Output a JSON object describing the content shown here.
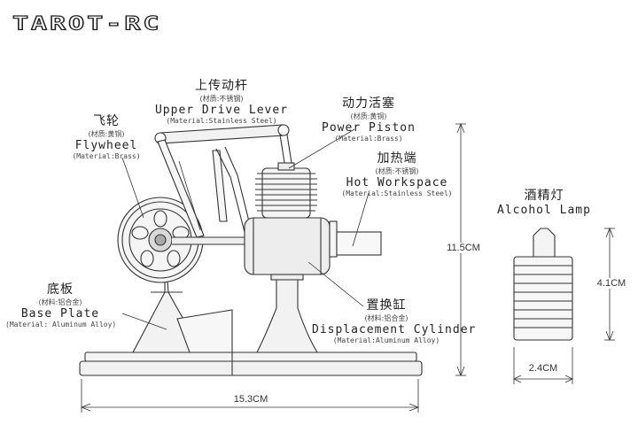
{
  "brand": "TAROT-RC",
  "labels": {
    "upper_lever": {
      "zh": "上传动杆",
      "mat_zh": "(材质:不锈钢)",
      "en": "Upper Drive Lever",
      "mat_en": "(Material:Stainless Steel)"
    },
    "power_piston": {
      "zh": "动力活塞",
      "mat_zh": "(材质:黄铜)",
      "en": "Power Piston",
      "mat_en": "(Material:Brass)"
    },
    "flywheel": {
      "zh": "飞轮",
      "mat_zh": "(材质:黄铜)",
      "en": "Flywheel",
      "mat_en": "(Material:Brass)"
    },
    "hot_workspace": {
      "zh": "加热端",
      "mat_zh": "(材质:不锈钢)",
      "en": "Hot Workspace",
      "mat_en": "(Material:Stainless Steel)"
    },
    "alcohol_lamp": {
      "zh": "酒精灯",
      "en": "Alcohol Lamp"
    },
    "base_plate": {
      "zh": "底板",
      "mat_zh": "(材料:铝合金)",
      "en": "Base Plate",
      "mat_en": "(Material: Aluminum Alloy)"
    },
    "displacement_cylinder": {
      "zh": "置换缸",
      "mat_zh": "(材料:铝合金)",
      "en": "Displacement Cylinder",
      "mat_en": "(Material:Aluminum Alloy)"
    }
  },
  "dimensions": {
    "height": "11.5CM",
    "width": "15.3CM",
    "lamp_height": "4.1CM",
    "lamp_width": "2.4CM"
  }
}
